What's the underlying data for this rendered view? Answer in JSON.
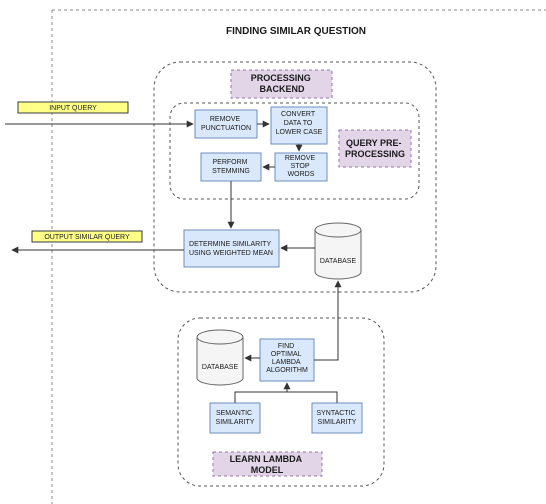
{
  "title": "FINDING SIMILAR QUESTION",
  "colors": {
    "process_fill": "#dae8fc",
    "process_stroke": "#6c8ebf",
    "label_fill": "#e1d5e7",
    "label_stroke": "#9673a6",
    "io_fill": "#ffff88",
    "io_stroke": "#36393d",
    "db_fill": "#f5f5f5",
    "db_stroke": "#666666",
    "line": "#333333"
  },
  "io": {
    "input_query": "INPUT QUERY",
    "output_similar_query": "OUTPUT SIMILAR QUERY"
  },
  "processing_backend": {
    "label": [
      "PROCESSING",
      "BACKEND"
    ],
    "query_preprocessing_label": [
      "QUERY PRE-",
      "PROCESSING"
    ],
    "remove_punctuation": [
      "REMOVE",
      "PUNCTUATION"
    ],
    "convert_lower_case": [
      "CONVERT",
      "DATA TO",
      "LOWER CASE"
    ],
    "remove_stop_words": [
      "REMOVE",
      "STOP",
      "WORDS"
    ],
    "perform_stemming": [
      "PERFORM",
      "STEMMING"
    ],
    "determine_similarity": [
      "DETERMINE SIMILARITY",
      "USING WEIGHTED MEAN"
    ],
    "database": "DATABASE"
  },
  "learn_lambda": {
    "label": [
      "LEARN LAMBDA",
      "MODEL"
    ],
    "find_optimal": [
      "FIND",
      "OPTIMAL",
      "LAMBDA",
      "ALGORITHM"
    ],
    "database": "DATABASE",
    "semantic_similarity": [
      "SEMANTIC",
      "SIMILARITY"
    ],
    "syntactic_similarity": [
      "SYNTACTIC",
      "SIMILARITY"
    ]
  }
}
